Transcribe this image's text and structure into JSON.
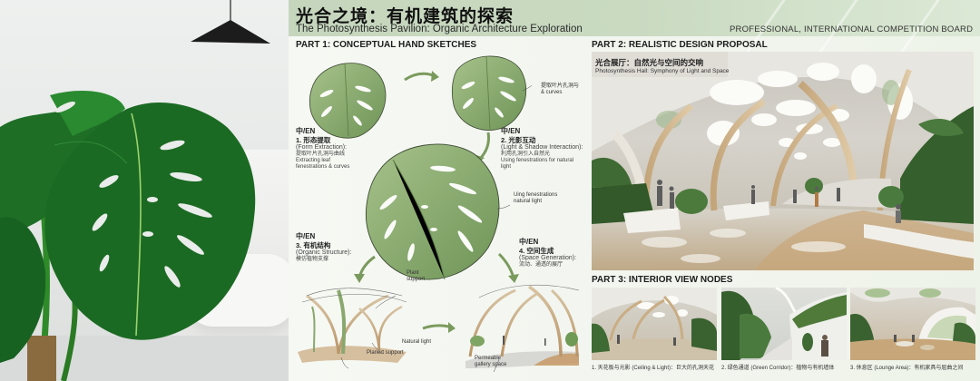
{
  "board": {
    "title_cn": "光合之境：有机建筑的探索",
    "title_en": "The Photosynthesis Pavilion: Organic Architecture Exploration",
    "board_label": "PROFESSIONAL, INTERNATIONAL COMPETITION BOARD"
  },
  "part1": {
    "heading": "PART 1: CONCEPTUAL HAND SKETCHES",
    "steps": [
      {
        "tag": "中/EN",
        "title_cn": "1. 形态提取",
        "title_en": "(Form Extraction):",
        "desc_cn": "提取叶片孔洞与曲线",
        "desc_en_1": "Extracting leaf",
        "desc_en_2": "fenestrations & curves"
      },
      {
        "tag": "中/EN",
        "title_cn": "2. 光影互动",
        "title_en": "(Light & Shadow Interaction):",
        "desc_cn": "利用孔洞引入自然光",
        "desc_en_1": "Using fenestrations for natural",
        "desc_en_2": "light"
      },
      {
        "tag": "中/EN",
        "title_cn": "3. 有机结构",
        "title_en": "(Organic Structure):",
        "desc_cn": "模仿植物支撑"
      },
      {
        "tag": "中/EN",
        "title_cn": "4. 空间生成",
        "title_en": "(Space Generation):",
        "desc_cn": "流动、通透的展厅"
      }
    ],
    "annotations": {
      "leaf2_line1": "提取叶片孔洞与",
      "leaf2_line2": "& curves",
      "leaf3_line1": "Uing fenestrations",
      "leaf3_line2": "natural light",
      "plant_support_1": "Plant",
      "plant_support_2": "support",
      "natural_light": "Natural light",
      "planert_support": "Planert support",
      "permeable_1": "Permeable",
      "permeable_2": "gallery space"
    }
  },
  "part2": {
    "heading": "PART 2: REALISTIC DESIGN PROPOSAL",
    "render_title_cn": "光合展厅：自然光与空间的交响",
    "render_title_en": "Photosynthesis Hall: Symphony of Light and Space"
  },
  "part3": {
    "heading": "PART 3: INTERIOR VIEW NODES",
    "nodes": [
      {
        "caption": "1. 天花板与光影 (Ceiling & Light)：巨大的孔洞天花"
      },
      {
        "caption": "2. 绿色通道 (Green Corridor)：植物与有机墙体"
      },
      {
        "caption": "3. 休息区 (Lounge Area)：有机家具与屈曲之间"
      }
    ]
  },
  "colors": {
    "header_band": "#c5d6bd",
    "board_bg": "#f3f6f0",
    "leaf_sketch": "#8fae74",
    "wood_arch": "#c9ad84",
    "photo_leaf": "#1f6b26"
  }
}
